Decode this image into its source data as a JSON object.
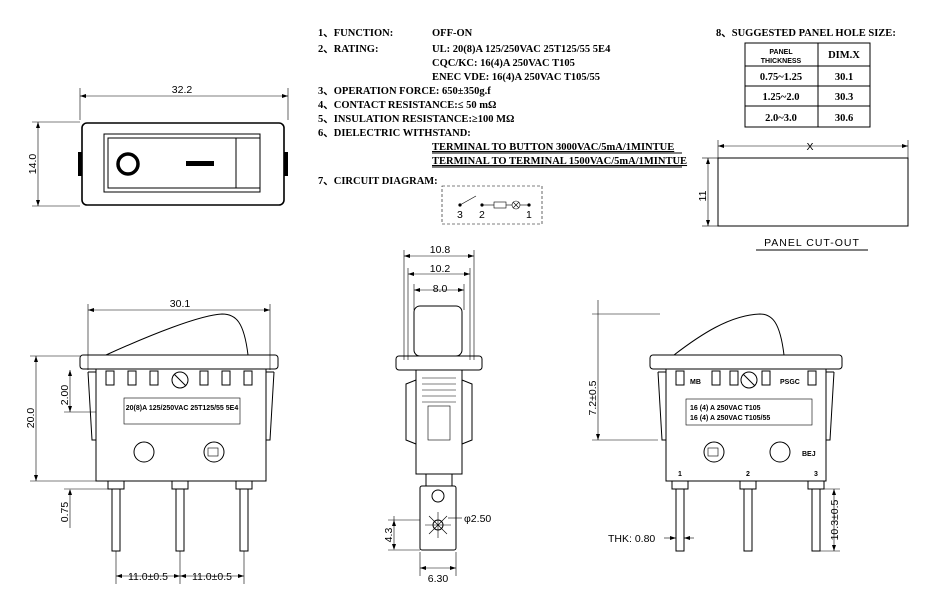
{
  "specs": {
    "function_label": "1、FUNCTION:",
    "function_value": "OFF-ON",
    "rating_label": "2、RATING:",
    "rating_ul": "UL: 20(8)A 125/250VAC 25T125/55 5E4",
    "rating_cqc": "CQC/KC: 16(4)A 250VAC T105",
    "rating_enec": "ENEC VDE: 16(4)A 250VAC T105/55",
    "operation_force": "3、OPERATION FORCE: 650±350g.f",
    "contact_resistance": "4、CONTACT RESISTANCE:≤ 50 mΩ",
    "insulation_resistance": "5、INSULATION RESISTANCE:≥100 MΩ",
    "dielectric_label": "6、DIELECTRIC WITHSTAND:",
    "dielectric_1": "TERMINAL TO BUTTON 3000VAC/5mA/1MINTUE",
    "dielectric_2": "TERMINAL TO TERMINAL 1500VAC/5mA/1MINTUE",
    "circuit_label": "7、CIRCUIT DIAGRAM:",
    "circuit_pins": [
      "3",
      "2",
      "1"
    ]
  },
  "panel": {
    "title": "8、SUGGESTED PANEL HOLE SIZE:",
    "header_thickness": "PANEL THICKNESS",
    "header_dim": "DIM.X",
    "rows": [
      {
        "thickness": "0.75~1.25",
        "dim": "30.1"
      },
      {
        "thickness": "1.25~2.0",
        "dim": "30.3"
      },
      {
        "thickness": "2.0~3.0",
        "dim": "30.6"
      }
    ],
    "cutout_x": "X",
    "cutout_h": "11",
    "cutout_label": "PANEL CUT-OUT"
  },
  "top_view": {
    "width": "32.2",
    "height": "14.0",
    "off_symbol": "O",
    "on_symbol": "—"
  },
  "front_view": {
    "width": "30.1",
    "dim_2": "2.00",
    "dim_20": "20.0",
    "dim_075": "0.75",
    "pitch_1": "11.0±0.5",
    "pitch_2": "11.0±0.5",
    "rating_text": "20(8)A 125/250VAC 25T125/55 5E4"
  },
  "side_view": {
    "w108": "10.8",
    "w102": "10.2",
    "w80": "8.0",
    "hole": "φ2.50",
    "dim_43": "4.3",
    "dim_630": "6.30"
  },
  "right_view": {
    "dim_72": "7.2±0.5",
    "dim_103": "10.3±0.5",
    "thk": "THK: 0.80",
    "label_left": "MB",
    "label_right": "PSGC",
    "line1": "16 (4) A 250VAC T105",
    "line2": "16 (4) A 250VAC T105/55",
    "brand": "BEJ",
    "pins": [
      "1",
      "2",
      "3"
    ]
  }
}
